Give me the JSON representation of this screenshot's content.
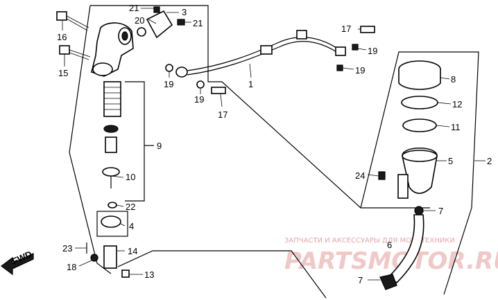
{
  "callouts": {
    "c1": "1",
    "c2": "2",
    "c3": "3",
    "c4": "4",
    "c5": "5",
    "c6": "6",
    "c7a": "7",
    "c7b": "7",
    "c8": "8",
    "c9": "9",
    "c10": "10",
    "c11": "11",
    "c12": "12",
    "c13": "13",
    "c14": "14",
    "c15": "15",
    "c16": "16",
    "c17a": "17",
    "c17b": "17",
    "c18": "18",
    "c19a": "19",
    "c19b": "19",
    "c19c": "19",
    "c19d": "19",
    "c20": "20",
    "c21a": "21",
    "c21b": "21",
    "c22": "22",
    "c23": "23",
    "c24": "24"
  },
  "direction_label": "FWD",
  "watermark": {
    "caption": "ЗАПЧАСТИ И АКСЕССУАРЫ ДЛЯ МОТОТЕХНИКИ",
    "logo": "PARTSMOTOR.RU"
  },
  "colors": {
    "ink": "#000000",
    "watermark": "#e6a6a6"
  }
}
